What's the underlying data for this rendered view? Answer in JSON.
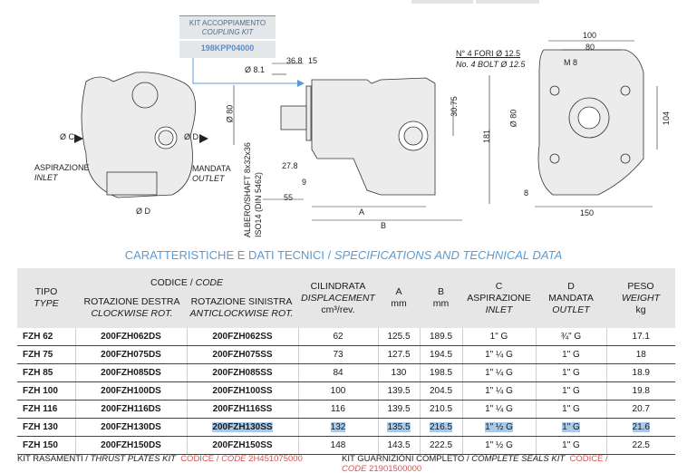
{
  "coupling_kit": {
    "title": "KIT ACCOPPIAMENTO",
    "title_en": "COUPLING KIT",
    "code": "198KPP04000"
  },
  "drawing": {
    "left": {
      "dim_c": "Ø C",
      "dim_d": "Ø D",
      "dim_d_bottom": "Ø D",
      "inlet": "ASPIRAZIONE",
      "inlet_en": "INLET",
      "outlet": "MANDATA",
      "outlet_en": "OUTLET"
    },
    "side": {
      "d81": "Ø 8.1",
      "d368": "36.8",
      "d15": "15",
      "d80": "Ø 80",
      "d3075": "30.75",
      "d181": "181",
      "d278": "27.8",
      "d9": "9",
      "d55": "55",
      "a": "A",
      "b": "B",
      "shaft": "ALBERO/SHAFT 8x32x36",
      "shaft_std": "ISO14 (DIN 5462)"
    },
    "right": {
      "holes": "N° 4 FORI Ø 12.5",
      "holes_en": "No. 4 BOLT Ø 12.5",
      "d100": "100",
      "d80": "80",
      "m8": "M 8",
      "d80v": "Ø 80",
      "d104": "104",
      "d8": "8",
      "d150": "150"
    }
  },
  "section_title": "CARATTERISTICHE E DATI TECNICI / ",
  "section_title_en": "SPECIFICATIONS AND TECHNICAL DATA",
  "table": {
    "headers": {
      "tipo": "TIPO",
      "tipo_en": "TYPE",
      "code": "CODICE / ",
      "code_en": "CODE",
      "cw": "ROTAZIONE DESTRA",
      "cw_en": "CLOCKWISE ROT.",
      "ccw": "ROTAZIONE SINISTRA",
      "ccw_en": "ANTICLOCKWISE ROT.",
      "disp": "CILINDRATA",
      "disp_en": "DISPLACEMENT",
      "disp_unit": "cm³/rev.",
      "a": "A",
      "a_unit": "mm",
      "b": "B",
      "b_unit": "mm",
      "c": "C",
      "c_label": "ASPIRAZIONE",
      "c_en": "INLET",
      "d": "D",
      "d_label": "MANDATA",
      "d_en": "OUTLET",
      "weight": "PESO",
      "weight_en": "WEIGHT",
      "weight_unit": "kg"
    },
    "rows": [
      [
        "FZH 62",
        "200FZH062DS",
        "200FZH062SS",
        "62",
        "125.5",
        "189.5",
        "1\" G",
        "¾\" G",
        "17.1"
      ],
      [
        "FZH 75",
        "200FZH075DS",
        "200FZH075SS",
        "73",
        "127.5",
        "194.5",
        "1\" ¼ G",
        "1\" G",
        "18"
      ],
      [
        "FZH 85",
        "200FZH085DS",
        "200FZH085SS",
        "84",
        "130",
        "198.5",
        "1\" ¼ G",
        "1\" G",
        "18.9"
      ],
      [
        "FZH 100",
        "200FZH100DS",
        "200FZH100SS",
        "100",
        "139.5",
        "204.5",
        "1\" ¼ G",
        "1\" G",
        "19.8"
      ],
      [
        "FZH 116",
        "200FZH116DS",
        "200FZH116SS",
        "116",
        "139.5",
        "210.5",
        "1\" ¼ G",
        "1\" G",
        "20.7"
      ],
      [
        "FZH 130",
        "200FZH130DS",
        "200FZH130SS",
        "132",
        "135.5",
        "216.5",
        "1\" ½ G",
        "1\" G",
        "21.6"
      ],
      [
        "FZH 150",
        "200FZH150DS",
        "200FZH150SS",
        "148",
        "143.5",
        "222.5",
        "1\" ½ G",
        "1\" G",
        "22.5"
      ]
    ]
  },
  "footer": {
    "thrust": "KIT RASAMENTI / ",
    "thrust_en": "THRUST PLATES KIT",
    "thrust_code_label": "CODICE / ",
    "thrust_code_label_en": "CODE",
    "thrust_code": "2H451075000",
    "seals": "KIT GUARNIZIONI COMPLETO / ",
    "seals_en": "COMPLETE SEALS KIT",
    "seals_code_label": "CODICE / ",
    "seals_code_label_en": "CODE",
    "seals_code": "21901500000"
  }
}
